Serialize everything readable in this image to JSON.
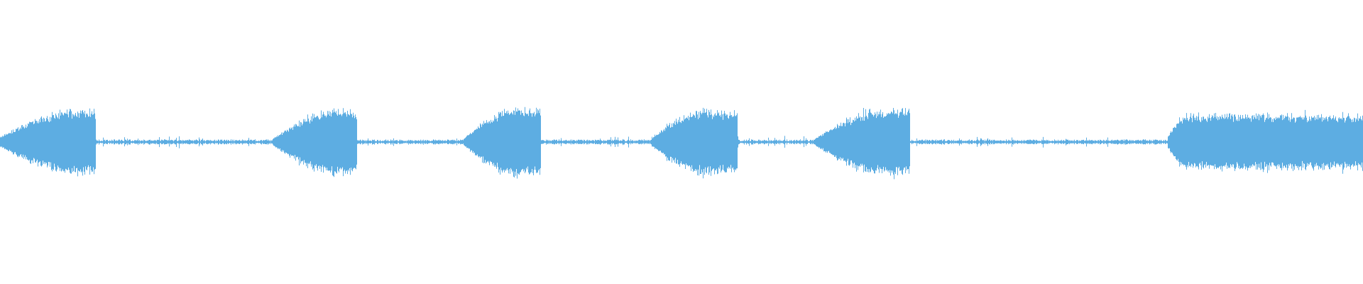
{
  "waveform": {
    "color": "#5dade2",
    "background": "#ffffff",
    "duration_fraction_note_removed": null,
    "segments": [
      {
        "start": 0.0,
        "end": 0.07,
        "amp_start": 0.08,
        "amp_peak": 0.48,
        "amp_end": 0.46,
        "peak_at": 0.85
      },
      {
        "start": 0.2,
        "end": 0.262,
        "amp_start": 0.05,
        "amp_peak": 0.5,
        "amp_end": 0.44,
        "peak_at": 0.85
      },
      {
        "start": 0.34,
        "end": 0.397,
        "amp_start": 0.05,
        "amp_peak": 0.5,
        "amp_end": 0.46,
        "peak_at": 0.7
      },
      {
        "start": 0.478,
        "end": 0.541,
        "amp_start": 0.06,
        "amp_peak": 0.48,
        "amp_end": 0.44,
        "peak_at": 0.65
      },
      {
        "start": 0.598,
        "end": 0.668,
        "amp_start": 0.05,
        "amp_peak": 0.48,
        "amp_end": 0.46,
        "peak_at": 0.75
      },
      {
        "start": 0.857,
        "end": 1.0,
        "amp_start": 0.08,
        "amp_peak": 0.4,
        "amp_end": 0.4,
        "peak_at": 0.1
      }
    ],
    "silence_amplitude": 0.025
  }
}
